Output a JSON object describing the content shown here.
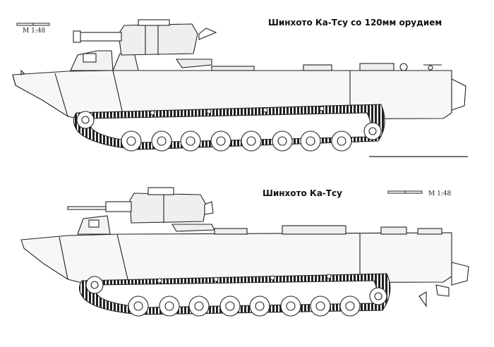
{
  "views": [
    {
      "title": "Шинхото Ка-Тсу со 120мм орудием",
      "scale": "М 1:48"
    },
    {
      "title": "Шинхото Ка-Тсу",
      "scale": "М 1:48"
    }
  ]
}
